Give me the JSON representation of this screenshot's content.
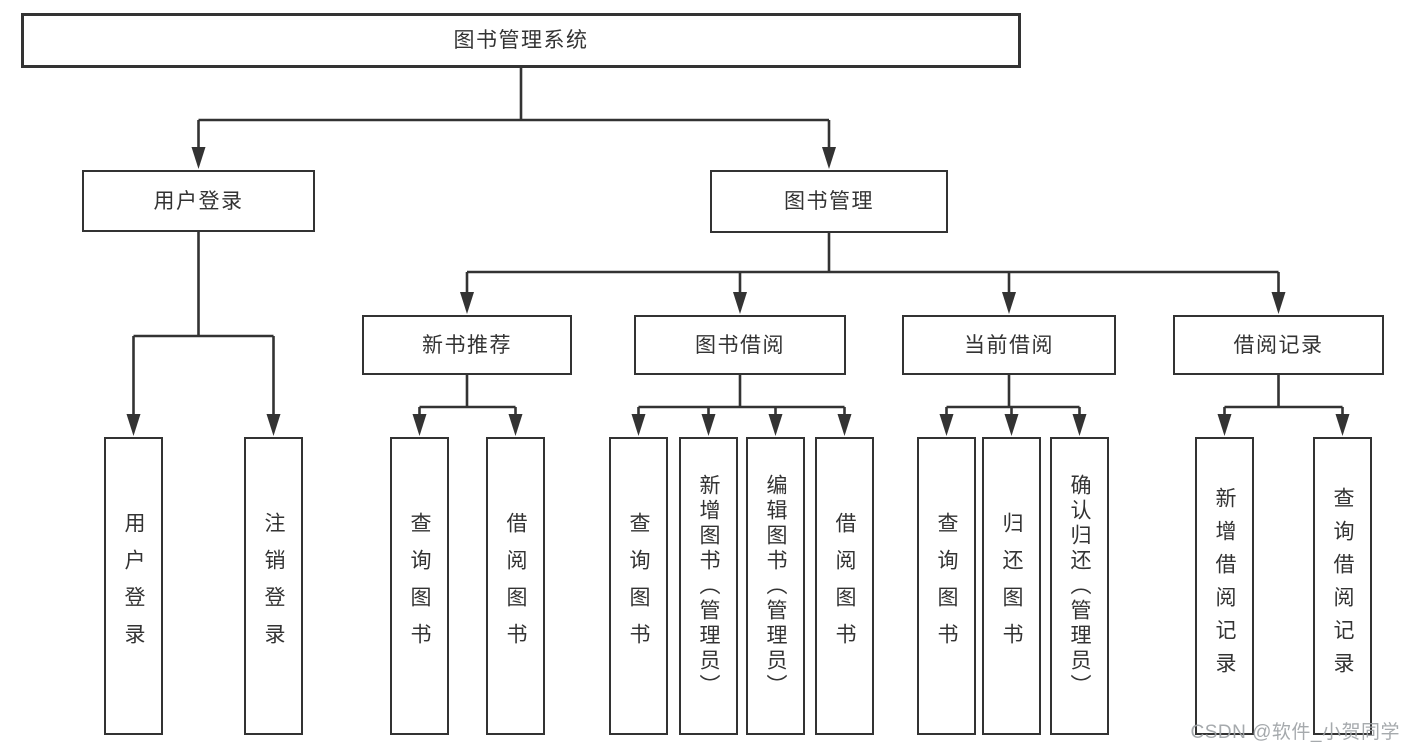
{
  "diagram": {
    "root": {
      "label": "图书管理系统",
      "children": [
        {
          "label": "用户登录",
          "children": [
            {
              "label": "用户登录"
            },
            {
              "label": "注销登录"
            }
          ]
        },
        {
          "label": "图书管理",
          "children": [
            {
              "label": "新书推荐",
              "children": [
                {
                  "label": "查询图书"
                },
                {
                  "label": "借阅图书"
                }
              ]
            },
            {
              "label": "图书借阅",
              "children": [
                {
                  "label": "查询图书"
                },
                {
                  "label": "新增图书（管理员）"
                },
                {
                  "label": "编辑图书（管理员）"
                },
                {
                  "label": "借阅图书"
                }
              ]
            },
            {
              "label": "当前借阅",
              "children": [
                {
                  "label": "查询图书"
                },
                {
                  "label": "归还图书"
                },
                {
                  "label": "确认归还（管理员）"
                }
              ]
            },
            {
              "label": "借阅记录",
              "children": [
                {
                  "label": "新增借阅记录"
                },
                {
                  "label": "查询借阅记录"
                }
              ]
            }
          ]
        }
      ]
    }
  },
  "watermark": {
    "text": "CSDN @软件_小贺同学"
  },
  "colors": {
    "line": "#333333",
    "box_border": "#333333",
    "text": "#333333",
    "watermark": "#9fa3a7",
    "background": "#ffffff"
  }
}
